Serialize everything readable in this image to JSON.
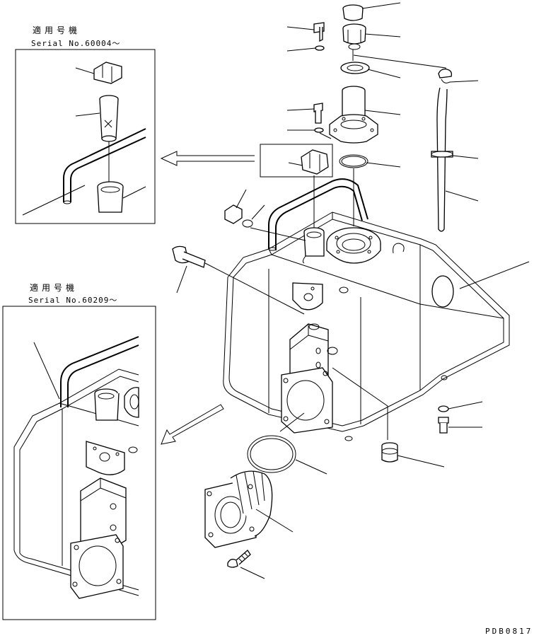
{
  "inset_top": {
    "applicability_label": "適用号機",
    "serial_label": "Serial No.60004～"
  },
  "inset_bottom": {
    "applicability_label": "適用号機",
    "serial_label": "Serial No.60209～"
  },
  "drawing_code": "PDB0817"
}
